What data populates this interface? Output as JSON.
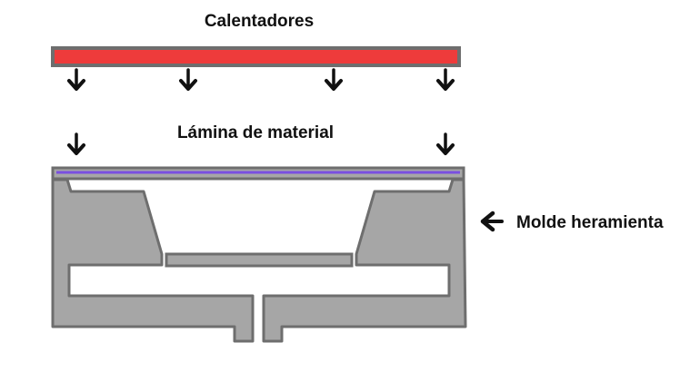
{
  "labels": {
    "heaters": "Calentadores",
    "sheet": "Lámina de material",
    "mold": "Molde heramienta"
  },
  "colors": {
    "heater": "#ee3b3b",
    "sheet": "#7a4fe0",
    "mold": "#a6a6a6",
    "outline": "#6e6e6e",
    "arrow": "#111111"
  },
  "icons": {
    "down_arrow": "arrow-down-icon",
    "left_arrow": "arrow-left-icon"
  }
}
